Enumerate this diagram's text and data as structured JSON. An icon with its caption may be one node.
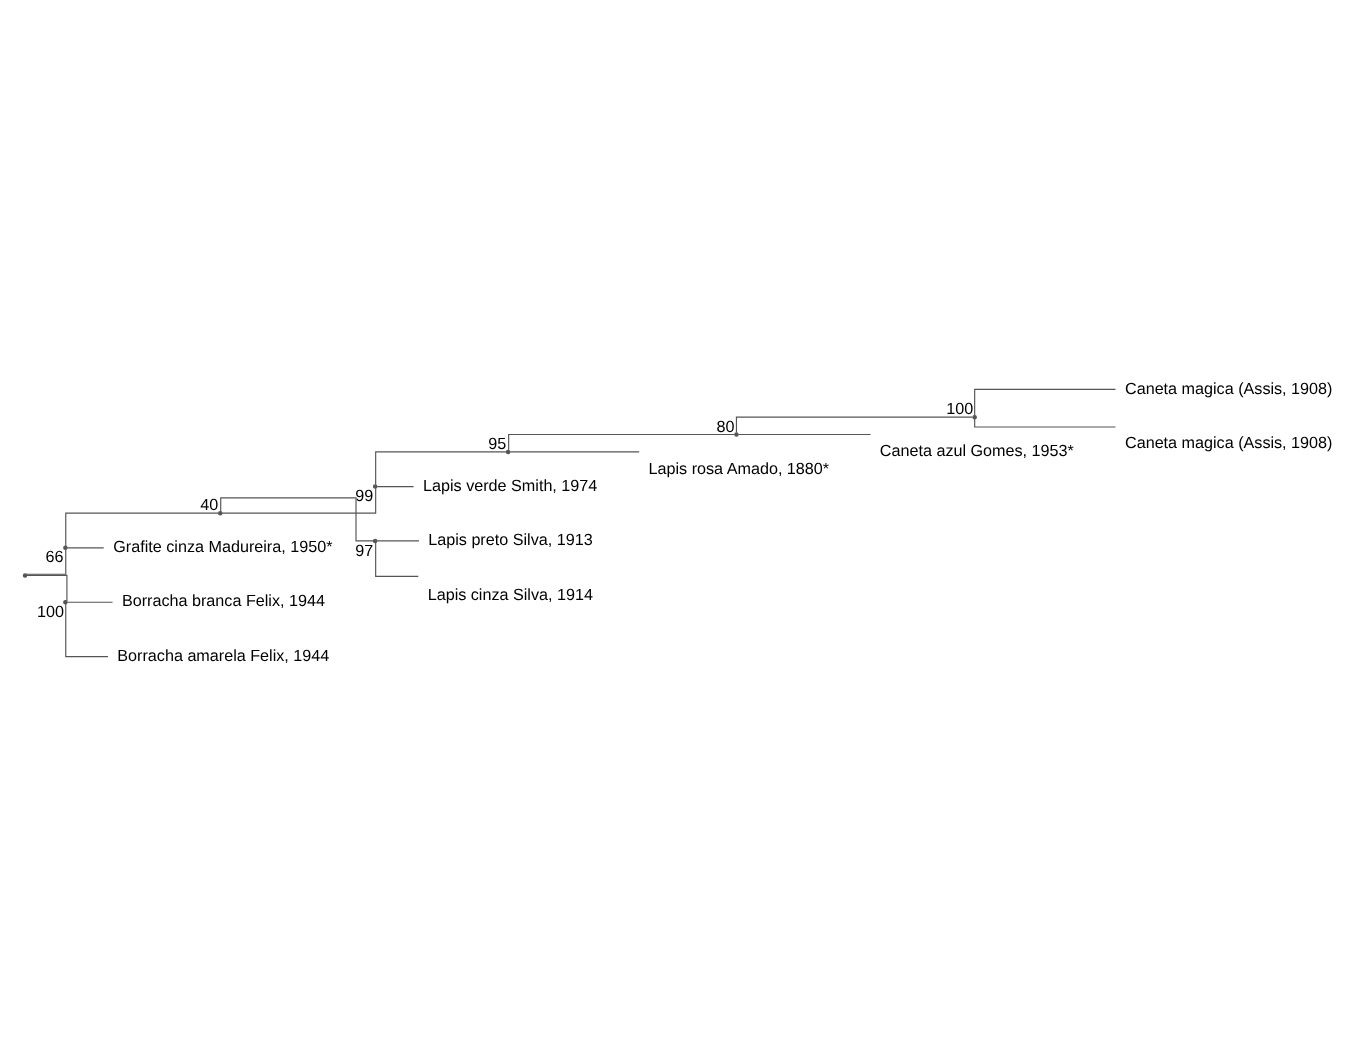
{
  "diagram": {
    "nodes": [
      {
        "text": [],
        "shape": "point"
      },
      {
        "text": [],
        "shape": "point",
        "beside": [
          "66"
        ]
      },
      {
        "text": [],
        "shape": "point",
        "beside": [
          "40"
        ]
      },
      {
        "text": [],
        "shape": "point",
        "beside": [
          "99"
        ]
      },
      {
        "text": [],
        "shape": "point",
        "beside": [
          "95"
        ]
      },
      {
        "text": [],
        "shape": "point",
        "beside": [
          "80"
        ]
      },
      {
        "text": [],
        "shape": "point",
        "beside": [
          "100"
        ]
      },
      {
        "text": [
          "*Caneta magica* (Assis, 1908)"
        ]
      },
      {
        "text": [
          "*Caneta magica* (Assis, 1908)"
        ]
      },
      {
        "text": [
          "*Caneta azul* Gomes, 1953*"
        ]
      },
      {
        "text": [
          "*Lapis rosa* Amado, 1880*"
        ]
      },
      {
        "text": [
          "*Lapis verde* Smith, 1974"
        ]
      },
      {
        "text": [],
        "shape": "point",
        "beside": [
          "97"
        ]
      },
      {
        "text": [
          "*Lapis preto* Silva, 1913"
        ]
      },
      {
        "text": [
          "*Lapis cinza* Silva, 1914"
        ]
      },
      {
        "text": [
          "*Grafite cinza* Madureira, 1950*"
        ]
      },
      {
        "text": [],
        "shape": "point",
        "beside": [
          "100"
        ]
      },
      {
        "text": [
          "*Borracha branca* Felix, 1944"
        ]
      },
      {
        "text": [
          "*Borracha amarela* Felix, 1944"
        ]
      }
    ],
    "edges": [
      {
        "from": 0,
        "to": 1,
        "arrow": "none"
      },
      {
        "from": 1,
        "to": 2,
        "arrow": "none"
      },
      {
        "from": 2,
        "to": 3,
        "arrow": "none"
      },
      {
        "from": 3,
        "to": 4,
        "arrow": "none"
      },
      {
        "from": 4,
        "to": 5,
        "arrow": "none"
      },
      {
        "from": 5,
        "to": 6,
        "arrow": "none"
      },
      {
        "from": 6,
        "to": 7,
        "arrow": "none"
      },
      {
        "from": 6,
        "to": 8,
        "arrow": "none"
      },
      {
        "from": 5,
        "to": 9,
        "arrow": "none"
      },
      {
        "from": 4,
        "to": 10,
        "arrow": "none"
      },
      {
        "from": 3,
        "to": 11,
        "arrow": "none"
      },
      {
        "from": 2,
        "to": 12,
        "arrow": "none"
      },
      {
        "from": 12,
        "to": 13,
        "arrow": "none"
      },
      {
        "from": 12,
        "to": 14,
        "arrow": "none"
      },
      {
        "from": 1,
        "to": 15,
        "arrow": "none"
      },
      {
        "from": 0,
        "to": 16,
        "arrow": "none"
      },
      {
        "from": 16,
        "to": 17,
        "arrow": "none"
      },
      {
        "from": 16,
        "to": 18,
        "arrow": "none"
      }
    ]
  }
}
